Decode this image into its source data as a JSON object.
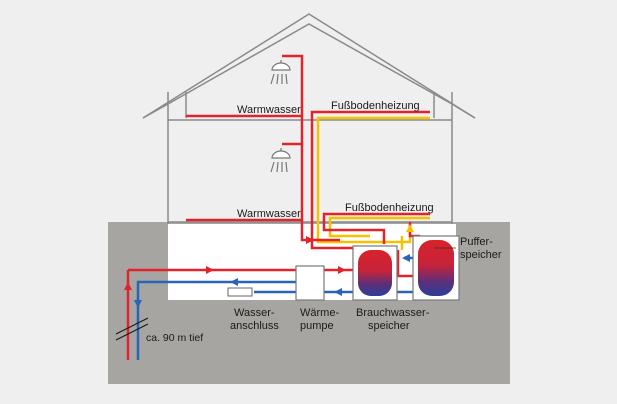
{
  "labels": {
    "warmwasser_top": "Warmwasser",
    "warmwasser_mid": "Warmwasser",
    "fussboden_top": "Fußbodenheizung",
    "fussboden_mid": "Fußbodenheizung",
    "puffer_line1": "Puffer-",
    "puffer_line2": "speicher",
    "wasser_line1": "Wasser-",
    "wasser_line2": "anschluss",
    "waerme_line1": "Wärme-",
    "waerme_line2": "pumpe",
    "brauch_line1": "Brauchwasser-",
    "brauch_line2": "speicher",
    "depth": "ca. 90 m tief"
  },
  "colors": {
    "background": "#efefef",
    "ground": "#a7a5a2",
    "basement": "#ffffff",
    "house_outline": "#8a8a8a",
    "hot_pipe": "#e3232b",
    "cold_pipe": "#2b63b8",
    "yellow_pipe": "#f5c200",
    "tank_hot": "#d8232a",
    "tank_cold": "#2c3f9a"
  },
  "icons": [
    "shower-head-icon",
    "shower-head-icon"
  ]
}
